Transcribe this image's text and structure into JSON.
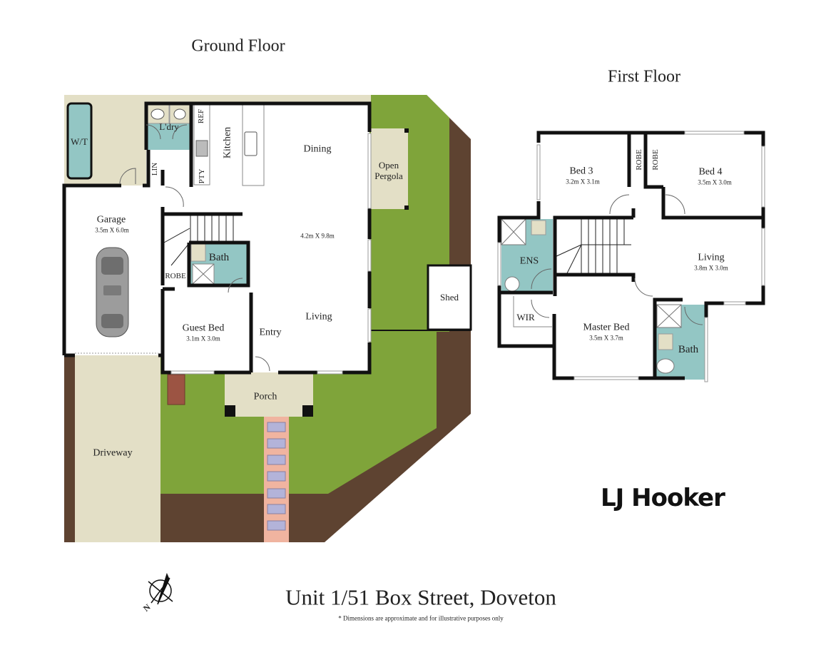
{
  "header": {
    "ground_floor_title": "Ground Floor",
    "first_floor_title": "First Floor"
  },
  "ground_floor": {
    "rooms": {
      "wt": "W/T",
      "laundry": "L'dry",
      "ref": "REF",
      "kitchen": "Kitchen",
      "lin": "LIN",
      "pty": "PTY",
      "dining": "Dining",
      "open_pergola_line1": "Open",
      "open_pergola_line2": "Pergola",
      "garage": "Garage",
      "garage_dim": "3.5m X 6.0m",
      "living_dining_dim": "4.2m X 9.8m",
      "bath": "Bath",
      "robe": "ROBE",
      "guest_bed": "Guest Bed",
      "guest_bed_dim": "3.1m X 3.0m",
      "entry": "Entry",
      "living": "Living",
      "shed": "Shed",
      "porch": "Porch",
      "driveway": "Driveway"
    }
  },
  "first_floor": {
    "rooms": {
      "bed3": "Bed 3",
      "bed3_dim": "3.2m X 3.1m",
      "robe_left": "ROBE",
      "robe_right": "ROBE",
      "bed4": "Bed 4",
      "bed4_dim": "3.5m X 3.0m",
      "ens": "ENS",
      "living": "Living",
      "living_dim": "3.8m X 3.0m",
      "wir": "WIR",
      "master_bed": "Master Bed",
      "master_bed_dim": "3.5m X 3.7m",
      "bath": "Bath"
    }
  },
  "footer": {
    "address": "Unit 1/51 Box Street, Doveton",
    "disclaimer": "* Dimensions are approximate and for illustrative purposes only",
    "compass_label": "N"
  },
  "brand": {
    "logo_text": "LJ Hooker"
  },
  "colors": {
    "grass": "#7fa43a",
    "soil": "#5e4331",
    "paving": "#e3dfc6",
    "wet_area": "#93c6c4",
    "walls": "#111111",
    "path": "#f0b4a0",
    "pavers": "#b3b3d9"
  }
}
